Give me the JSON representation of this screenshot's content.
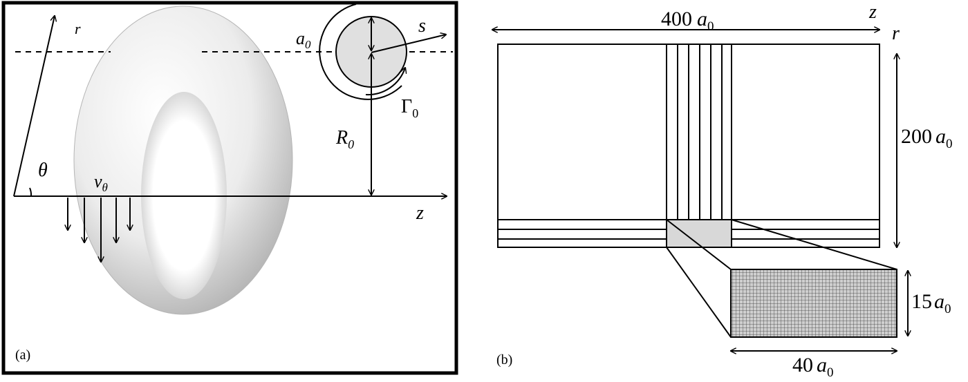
{
  "panel_a": {
    "label": "(a)",
    "r_axis": "r",
    "z_axis": "z",
    "theta": "θ",
    "v_theta": {
      "main": "v",
      "sub": "θ"
    },
    "a0": {
      "main": "a",
      "sub": "0"
    },
    "s_axis": "s",
    "gamma0": {
      "main": "Γ",
      "sub": "0"
    },
    "R0": {
      "main": "R",
      "sub": "0"
    }
  },
  "panel_b": {
    "label": "(b)",
    "z_axis": "z",
    "r_axis": "r",
    "width_dim": {
      "num": "400",
      "main": "a",
      "sub": "0"
    },
    "height_dim": {
      "num": "200",
      "main": "a",
      "sub": "0"
    },
    "inset_height_dim": {
      "num": "15",
      "main": "a",
      "sub": "0"
    },
    "inset_width_dim": {
      "num": "40",
      "main": "a",
      "sub": "0"
    }
  },
  "colors": {
    "torus_light": "#ffffff",
    "torus_dark": "#9a9a9a",
    "core_fill": "#e0e0e0",
    "inset_fill": "#d8d8d8",
    "mesh_line": "#3a3a3a"
  }
}
